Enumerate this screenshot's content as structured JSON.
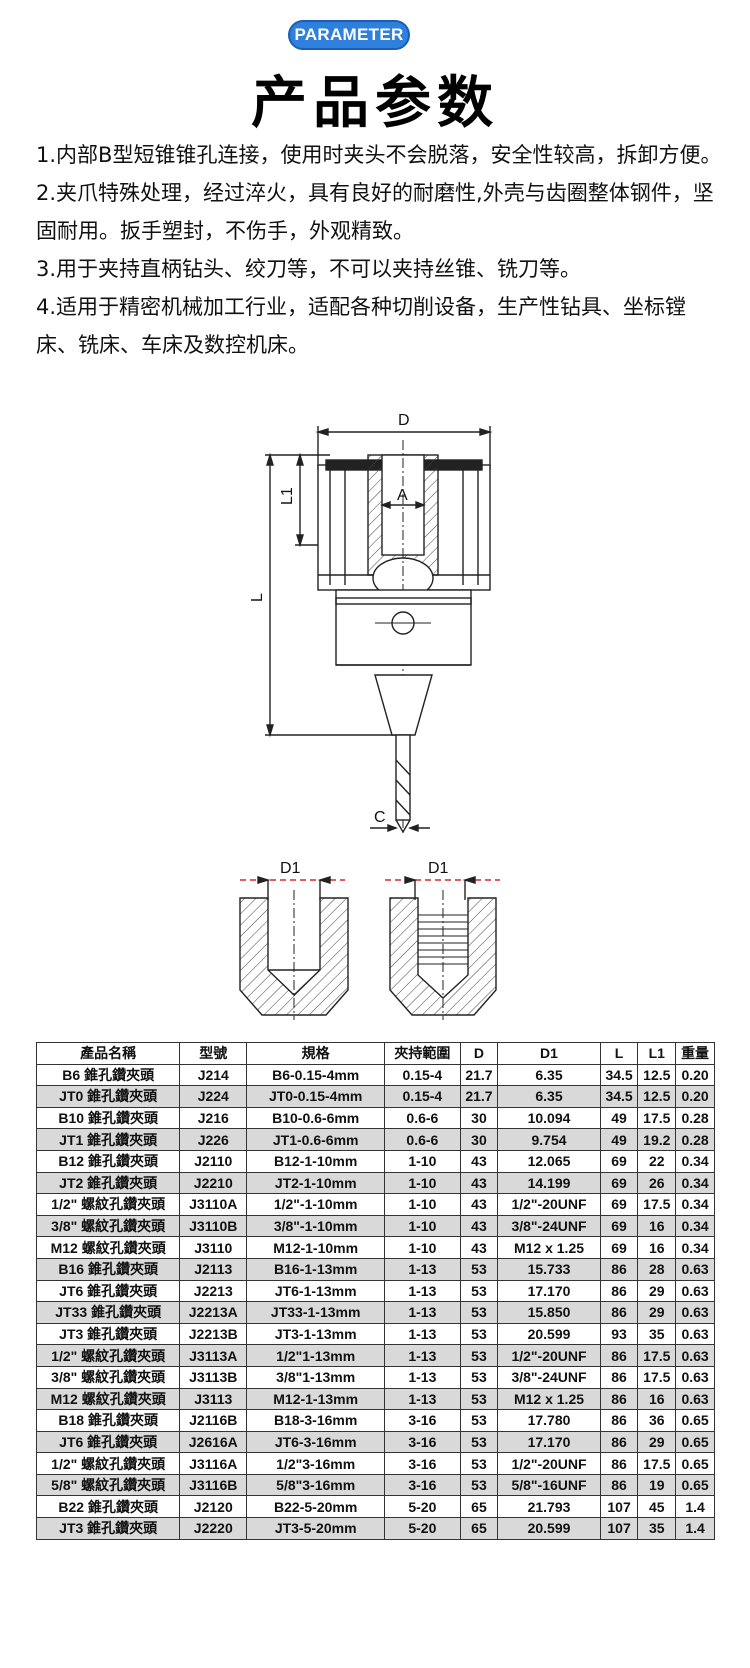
{
  "badge": "PARAMETER",
  "title": "产品参数",
  "features": [
    "1.内部B型短锥锥孔连接，使用时夹头不会脱落，安全性较高，拆卸方便。",
    "2.夹爪特殊处理，经过淬火，具有良好的耐磨性,外壳与齿圈整体钢件，坚固耐用。扳手塑封，不伤手，外观精致。",
    "3.用于夹持直柄钻头、绞刀等，不可以夹持丝锥、铣刀等。",
    "4.适用于精密机械加工行业，适配各种切削设备，生产性钻具、坐标镗床、铣床、车床及数控机床。"
  ],
  "diagram_labels": {
    "D": "D",
    "L1": "L1",
    "A": "A",
    "L": "L",
    "C": "C",
    "D1_left": "D1",
    "D1_right": "D1"
  },
  "table": {
    "headers": [
      "產品名稱",
      "型號",
      "規格",
      "夾持範圍",
      "D",
      "D1",
      "L",
      "L1",
      "重量"
    ],
    "rows": [
      [
        "B6 錐孔鑽夾頭",
        "J214",
        "B6-0.15-4mm",
        "0.15-4",
        "21.7",
        "6.35",
        "34.5",
        "12.5",
        "0.20"
      ],
      [
        "JT0 錐孔鑽夾頭",
        "J224",
        "JT0-0.15-4mm",
        "0.15-4",
        "21.7",
        "6.35",
        "34.5",
        "12.5",
        "0.20"
      ],
      [
        "B10 錐孔鑽夾頭",
        "J216",
        "B10-0.6-6mm",
        "0.6-6",
        "30",
        "10.094",
        "49",
        "17.5",
        "0.28"
      ],
      [
        "JT1 錐孔鑽夾頭",
        "J226",
        "JT1-0.6-6mm",
        "0.6-6",
        "30",
        "9.754",
        "49",
        "19.2",
        "0.28"
      ],
      [
        "B12 錐孔鑽夾頭",
        "J2110",
        "B12-1-10mm",
        "1-10",
        "43",
        "12.065",
        "69",
        "22",
        "0.34"
      ],
      [
        "JT2 錐孔鑽夾頭",
        "J2210",
        "JT2-1-10mm",
        "1-10",
        "43",
        "14.199",
        "69",
        "26",
        "0.34"
      ],
      [
        "1/2\" 螺紋孔鑽夾頭",
        "J3110A",
        "1/2\"-1-10mm",
        "1-10",
        "43",
        "1/2\"-20UNF",
        "69",
        "17.5",
        "0.34"
      ],
      [
        "3/8\" 螺紋孔鑽夾頭",
        "J3110B",
        "3/8\"-1-10mm",
        "1-10",
        "43",
        "3/8\"-24UNF",
        "69",
        "16",
        "0.34"
      ],
      [
        "M12 螺紋孔鑽夾頭",
        "J3110",
        "M12-1-10mm",
        "1-10",
        "43",
        "M12 x 1.25",
        "69",
        "16",
        "0.34"
      ],
      [
        "B16 錐孔鑽夾頭",
        "J2113",
        "B16-1-13mm",
        "1-13",
        "53",
        "15.733",
        "86",
        "28",
        "0.63"
      ],
      [
        "JT6 錐孔鑽夾頭",
        "J2213",
        "JT6-1-13mm",
        "1-13",
        "53",
        "17.170",
        "86",
        "29",
        "0.63"
      ],
      [
        "JT33 錐孔鑽夾頭",
        "J2213A",
        "JT33-1-13mm",
        "1-13",
        "53",
        "15.850",
        "86",
        "29",
        "0.63"
      ],
      [
        "JT3 錐孔鑽夾頭",
        "J2213B",
        "JT3-1-13mm",
        "1-13",
        "53",
        "20.599",
        "93",
        "35",
        "0.63"
      ],
      [
        "1/2\" 螺紋孔鑽夾頭",
        "J3113A",
        "1/2\"1-13mm",
        "1-13",
        "53",
        "1/2\"-20UNF",
        "86",
        "17.5",
        "0.63"
      ],
      [
        "3/8\" 螺紋孔鑽夾頭",
        "J3113B",
        "3/8\"1-13mm",
        "1-13",
        "53",
        "3/8\"-24UNF",
        "86",
        "17.5",
        "0.63"
      ],
      [
        "M12 螺紋孔鑽夾頭",
        "J3113",
        "M12-1-13mm",
        "1-13",
        "53",
        "M12 x 1.25",
        "86",
        "16",
        "0.63"
      ],
      [
        "B18 錐孔鑽夾頭",
        "J2116B",
        "B18-3-16mm",
        "3-16",
        "53",
        "17.780",
        "86",
        "36",
        "0.65"
      ],
      [
        "JT6 錐孔鑽夾頭",
        "J2616A",
        "JT6-3-16mm",
        "3-16",
        "53",
        "17.170",
        "86",
        "29",
        "0.65"
      ],
      [
        "1/2\" 螺紋孔鑽夾頭",
        "J3116A",
        "1/2\"3-16mm",
        "3-16",
        "53",
        "1/2\"-20UNF",
        "86",
        "17.5",
        "0.65"
      ],
      [
        "5/8\" 螺紋孔鑽夾頭",
        "J3116B",
        "5/8\"3-16mm",
        "3-16",
        "53",
        "5/8\"-16UNF",
        "86",
        "19",
        "0.65"
      ],
      [
        "B22 錐孔鑽夾頭",
        "J2120",
        "B22-5-20mm",
        "5-20",
        "65",
        "21.793",
        "107",
        "45",
        "1.4"
      ],
      [
        "JT3 錐孔鑽夾頭",
        "J2220",
        "JT3-5-20mm",
        "5-20",
        "65",
        "20.599",
        "107",
        "35",
        "1.4"
      ]
    ]
  }
}
